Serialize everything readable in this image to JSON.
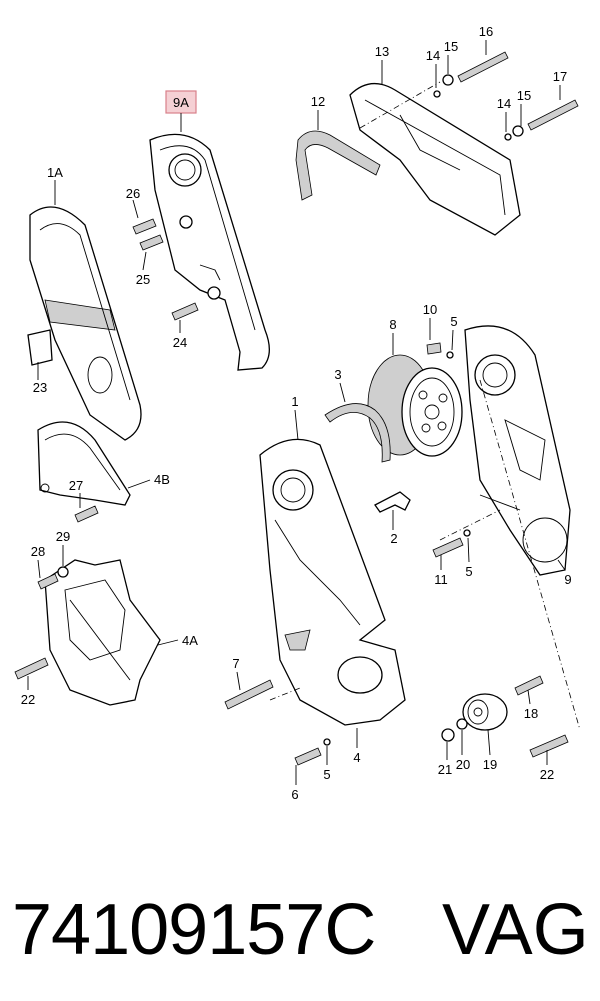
{
  "diagram": {
    "highlighted_callout": "9A",
    "highlight_color": "#e8a0a6",
    "callouts": {
      "c1A": "1A",
      "c26": "26",
      "c25": "25",
      "c24": "24",
      "c23": "23",
      "c4B": "4B",
      "c27": "27",
      "c29": "29",
      "c28": "28",
      "c4A": "4A",
      "c22a": "22",
      "c13": "13",
      "c14a": "14",
      "c15a": "15",
      "c16": "16",
      "c17": "17",
      "c14b": "14",
      "c15b": "15",
      "c12": "12",
      "c10": "10",
      "c5a": "5",
      "c8": "8",
      "c3": "3",
      "c1": "1",
      "c2": "2",
      "c11": "11",
      "c5b": "5",
      "c9": "9",
      "c7": "7",
      "c18": "18",
      "c5c": "5",
      "c4": "4",
      "c6": "6",
      "c21": "21",
      "c20": "20",
      "c19": "19",
      "c22b": "22"
    }
  },
  "footer": {
    "part_number": "74109157C",
    "brand": "VAG"
  }
}
